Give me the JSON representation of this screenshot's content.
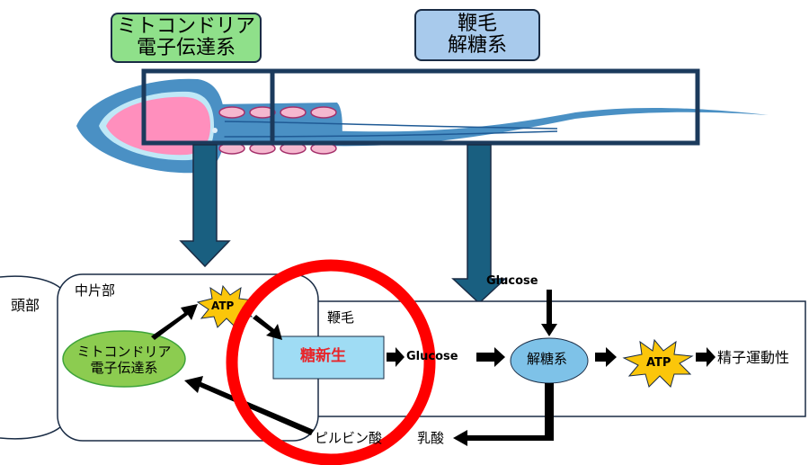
{
  "title_boxes": {
    "mito": {
      "line1": "ミトコンドリア",
      "line2": "電子伝達系",
      "color": "#8fe08a"
    },
    "flagellum": {
      "line1": "鞭毛",
      "line2": "解糖系",
      "color": "#a8caec"
    }
  },
  "regions": {
    "head": "頭部",
    "midpiece": "中片部",
    "flagellum": "鞭毛"
  },
  "nodes": {
    "mito_ellipse": {
      "line1": "ミトコンドリア",
      "line2": "電子伝達系",
      "color": "#8ccc50"
    },
    "atp_mid": "ATP",
    "gluconeogenesis": {
      "label": "糖新生",
      "color": "#9fdcf4",
      "text_color": "#e8252a"
    },
    "glucose_out": "Glucose",
    "glucose_in": "Glucose",
    "glycolysis": {
      "label": "解糖系",
      "color": "#7ec2e8"
    },
    "atp_flag": "ATP",
    "motility": "精子運動性",
    "pyruvate": "ピルビン酸",
    "lactate": "乳酸"
  },
  "colors": {
    "atp_burst": "#fbc60a",
    "highlight_circle": "#ff0000",
    "region_frame": "#1b3a5c",
    "down_arrow": "#195f80",
    "sperm_body": "#4a90c4",
    "sperm_head": "#ff8fbd"
  }
}
